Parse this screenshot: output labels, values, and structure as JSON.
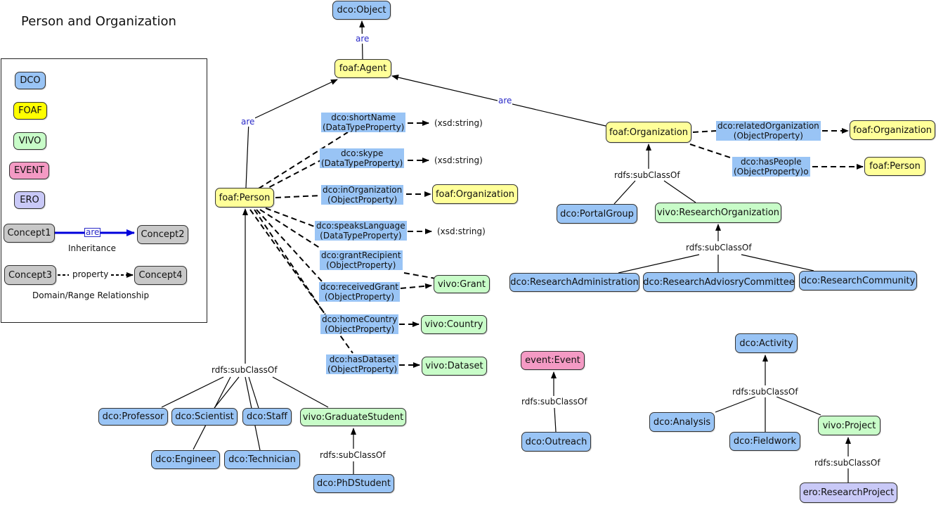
{
  "title": "Person and Organization",
  "colors": {
    "dco": "#99c4f5",
    "foaf": "#ffff99",
    "vivo": "#c8fcc8",
    "event": "#f49ac4",
    "ero": "#c9c9f7",
    "concept": "#c8c8c8",
    "are_link": "#2a2ac8",
    "inheritance_arrow": "#0000dd"
  },
  "legend": {
    "dco": "DCO",
    "foaf": "FOAF",
    "vivo": "VIVO",
    "event": "EVENT",
    "ero": "ERO",
    "concept1": "Concept1",
    "concept2": "Concept2",
    "are": "are",
    "inheritance": "Inheritance",
    "concept3": "Concept3",
    "concept4": "Concept4",
    "property": "property",
    "domain_range": "Domain/Range Relationship"
  },
  "nodes": {
    "dco_object": "dco:Object",
    "foaf_agent": "foaf:Agent",
    "foaf_person": "foaf:Person",
    "foaf_organization": "foaf:Organization",
    "foaf_organization_target": "foaf:Organization",
    "foaf_organization_related": "foaf:Organization",
    "foaf_person_target": "foaf:Person",
    "dco_portalgroup": "dco:PortalGroup",
    "vivo_researchorganization": "vivo:ResearchOrganization",
    "dco_researchadministration": "dco:ResearchAdministration",
    "dco_researchadvisorycommittee": "dco:ResearchAdviosryCommittee",
    "dco_researchcommunity": "dco:ResearchCommunity",
    "vivo_grant": "vivo:Grant",
    "vivo_country": "vivo:Country",
    "vivo_dataset": "vivo:Dataset",
    "dco_professor": "dco:Professor",
    "dco_scientist": "dco:Scientist",
    "dco_staff": "dco:Staff",
    "vivo_graduatestudent": "vivo:GraduateStudent",
    "dco_engineer": "dco:Engineer",
    "dco_technician": "dco:Technician",
    "dco_phdstudent": "dco:PhDStudent",
    "event_event": "event:Event",
    "dco_outreach": "dco:Outreach",
    "dco_activity": "dco:Activity",
    "dco_analysis": "dco:Analysis",
    "dco_fieldwork": "dco:Fieldwork",
    "vivo_project": "vivo:Project",
    "ero_researchproject": "ero:ResearchProject"
  },
  "properties": {
    "shortname": {
      "name": "dco:shortName",
      "kind": "(DataTypeProperty)"
    },
    "skype": {
      "name": "dco:skype",
      "kind": "(DataTypeProperty)"
    },
    "inorganization": {
      "name": "dco:inOrganization",
      "kind": "(ObjectProperty)"
    },
    "speakslanguage": {
      "name": "dco:speaksLanguage",
      "kind": "(DataTypeProperty)"
    },
    "grantrecipient": {
      "name": "dco:grantRecipient",
      "kind": "(ObjectProperty)"
    },
    "receivedgrant": {
      "name": "dco:receivedGrant",
      "kind": "(ObjectProperty)"
    },
    "homecountry": {
      "name": "dco:homeCountry",
      "kind": "(ObjectProperty)"
    },
    "hasdataset": {
      "name": "dco:hasDataset",
      "kind": "(ObjectProperty)"
    },
    "relatedorganization": {
      "name": "dco:relatedOrganization",
      "kind": "(ObjectProperty)"
    },
    "haspeople": {
      "name": "dco:hasPeople",
      "kind": "(ObjectProperty)o"
    }
  },
  "literals": {
    "shortname": "(xsd:string)",
    "skype": "(xsd:string)",
    "speakslanguage": "(xsd:string)"
  },
  "edge_labels": {
    "are": "are",
    "subclassof": "rdfs:subClassOf"
  }
}
